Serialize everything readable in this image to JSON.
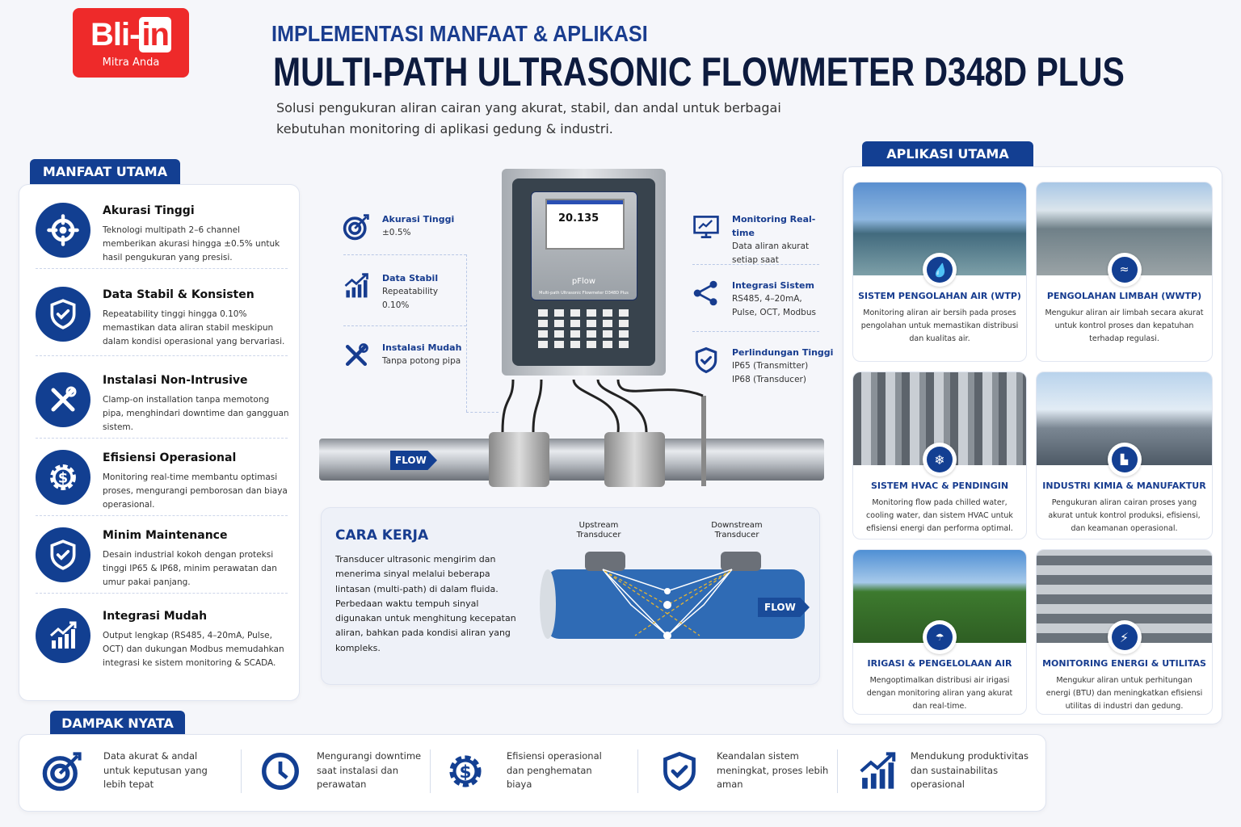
{
  "logo": {
    "brand_a": "Bli-",
    "brand_b": "in",
    "tagline": "Mitra Anda",
    "color": "#ee2a2a"
  },
  "header": {
    "subtitle": "IMPLEMENTASI MANFAAT & APLIKASI",
    "title": "MULTI-PATH ULTRASONIC FLOWMETER D348D PLUS",
    "description": "Solusi pengukuran aliran cairan yang akurat, stabil, dan andal untuk berbagai kebutuhan monitoring di aplikasi gedung & industri."
  },
  "benefits": {
    "heading": "MANFAAT UTAMA",
    "items": [
      {
        "icon": "crosshair-icon",
        "title": "Akurasi Tinggi",
        "text": "Teknologi multipath 2–6 channel memberikan akurasi hingga ±0.5% untuk hasil pengukuran yang presisi."
      },
      {
        "icon": "shield-check-icon",
        "title": "Data Stabil & Konsisten",
        "text": "Repeatability tinggi hingga 0.10% memastikan data aliran stabil meskipun dalam kondisi operasional yang bervariasi."
      },
      {
        "icon": "tools-icon",
        "title": "Instalasi Non-Intrusive",
        "text": "Clamp-on installation tanpa memotong pipa, menghindari downtime dan gangguan sistem."
      },
      {
        "icon": "gear-dollar-icon",
        "title": "Efisiensi Operasional",
        "text": "Monitoring real-time membantu optimasi proses, mengurangi pemborosan dan biaya operasional."
      },
      {
        "icon": "shield-check-icon",
        "title": "Minim Maintenance",
        "text": "Desain industrial kokoh dengan proteksi tinggi IP65 & IP68, minim perawatan dan umur pakai panjang."
      },
      {
        "icon": "chart-up-icon",
        "title": "Integrasi Mudah",
        "text": "Output lengkap (RS485, 4–20mA, Pulse, OCT) dan dukungan Modbus memudahkan integrasi ke sistem monitoring & SCADA."
      }
    ]
  },
  "specs_left": [
    {
      "icon": "target-icon",
      "title": "Akurasi Tinggi",
      "lines": [
        "±0.5%"
      ]
    },
    {
      "icon": "chart-up-icon",
      "title": "Data Stabil",
      "lines": [
        "Repeatability",
        "0.10%"
      ]
    },
    {
      "icon": "tools-icon",
      "title": "Instalasi Mudah",
      "lines": [
        "Tanpa potong pipa"
      ]
    }
  ],
  "specs_right": [
    {
      "icon": "monitor-chart-icon",
      "title": "Monitoring Real-time",
      "lines": [
        "Data aliran akurat",
        "setiap saat"
      ]
    },
    {
      "icon": "share-icon",
      "title": "Integrasi Sistem",
      "lines": [
        "RS485, 4–20mA,",
        "Pulse, OCT, Modbus"
      ]
    },
    {
      "icon": "shield-check-icon",
      "title": "Perlindungan Tinggi",
      "lines": [
        "IP65 (Transmitter)",
        "IP68 (Transducer)"
      ]
    }
  ],
  "device": {
    "reading": "20.135",
    "brand": "pFlow",
    "model": "Multi-path Ultrasonic Flowmeter D348D Plus"
  },
  "pipe": {
    "flow_label": "FLOW"
  },
  "how_it_works": {
    "heading": "CARA KERJA",
    "text": "Transducer ultrasonic mengirim dan menerima sinyal melalui beberapa lintasan (multi-path) di dalam fluida. Perbedaan waktu tempuh sinyal digunakan untuk menghitung kecepatan aliran, bahkan pada kondisi aliran yang kompleks.",
    "upstream": "Upstream Transducer",
    "downstream": "Downstream Transducer",
    "flow_label": "FLOW"
  },
  "applications": {
    "heading": "APLIKASI UTAMA",
    "items": [
      {
        "icon": "water-drop-icon",
        "title": "SISTEM PENGOLAHAN AIR (WTP)",
        "text": "Monitoring aliran air bersih pada proses pengolahan untuk memastikan distribusi dan kualitas air."
      },
      {
        "icon": "wastewater-icon",
        "title": "PENGOLAHAN LIMBAH (WWTP)",
        "text": "Mengukur aliran air limbah secara akurat untuk kontrol proses dan kepatuhan terhadap regulasi."
      },
      {
        "icon": "snowflake-icon",
        "title": "SISTEM HVAC & PENDINGIN",
        "text": "Monitoring flow pada chilled water, cooling water, dan sistem HVAC untuk efisiensi energi dan performa optimal."
      },
      {
        "icon": "factory-icon",
        "title": "INDUSTRI KIMIA & MANUFAKTUR",
        "text": "Pengukuran aliran cairan proses yang akurat untuk kontrol produksi, efisiensi, dan keamanan operasional."
      },
      {
        "icon": "sprinkler-icon",
        "title": "IRIGASI & PENGELOLAAN AIR",
        "text": "Mengoptimalkan distribusi air irigasi dengan monitoring aliran yang akurat dan real-time."
      },
      {
        "icon": "lightning-icon",
        "title": "MONITORING ENERGI & UTILITAS",
        "text": "Mengukur aliran untuk perhitungan energi (BTU) dan meningkatkan efisiensi utilitas di industri dan gedung."
      }
    ]
  },
  "impact": {
    "heading": "DAMPAK NYATA",
    "items": [
      {
        "icon": "target-icon",
        "text": "Data akurat & andal untuk keputusan yang lebih tepat"
      },
      {
        "icon": "clock-icon",
        "text": "Mengurangi downtime saat instalasi dan perawatan"
      },
      {
        "icon": "gear-dollar-icon",
        "text": "Efisiensi operasional dan penghematan biaya"
      },
      {
        "icon": "shield-check-icon",
        "text": "Keandalan sistem meningkat, proses lebih aman"
      },
      {
        "icon": "chart-up-icon",
        "text": "Mendukung produktivitas dan sustainabilitas operasional"
      }
    ]
  },
  "colors": {
    "primary": "#133f92",
    "title": "#0d1b3e",
    "accent": "#173c8f"
  }
}
